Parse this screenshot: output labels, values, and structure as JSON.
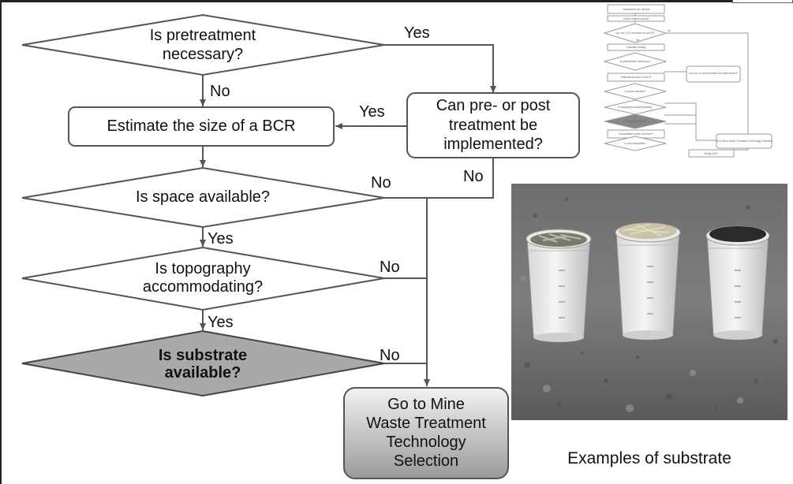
{
  "decisions": {
    "pretreatment": [
      "Is pretreatment",
      "necessary?"
    ],
    "space": "Is space available?",
    "topography": [
      "Is topography",
      "accommodating?"
    ],
    "substrate": [
      "Is substrate",
      "available?"
    ]
  },
  "processes": {
    "estimate": "Estimate the size of a BCR",
    "prepost": [
      "Can pre- or post",
      "treatment be",
      "implemented?"
    ],
    "goto": [
      "Go to Mine",
      "Waste Treatment",
      "Technology",
      "Selection"
    ]
  },
  "edge_labels": {
    "yes": "Yes",
    "no": "No"
  },
  "thumbnail": {
    "boxes": [
      "Characterize the influent",
      "Define treatment goals",
      "Can the COC be treated in a BCR?",
      "Calculate loading",
      "Is pretreatment necessary?",
      "Estimate the size of a BCR",
      "Is space available?",
      "Is topography accommodating?",
      "Is substrate available?",
      "Consolidated public comment?",
      "Is cost acceptable?",
      "Design BCR",
      "Can pre- or post treatment be implemented?",
      "Go to Mine Waste Treatment Technology Selection"
    ],
    "yes": "Yes",
    "no": "No"
  },
  "photo_caption": "Examples of substrate",
  "colors": {
    "line": "#555555",
    "highlight_fill": "#a9a9a9",
    "goto_fill_top": "#f2f2f2",
    "goto_fill_bottom": "#9a9a9a"
  }
}
